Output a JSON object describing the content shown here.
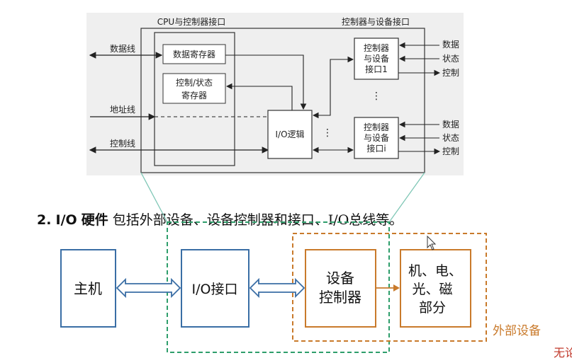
{
  "top": {
    "cpu_interface_label": "CPU与控制器接口",
    "device_interface_label": "控制器与设备接口",
    "data_line": "数据线",
    "address_line": "地址线",
    "control_line": "控制线",
    "data_register": "数据寄存器",
    "control_status_register_line1": "控制/状态",
    "control_status_register_line2": "寄存器",
    "io_logic": "I/O逻辑",
    "ctrl_dev_interface_1": [
      "控制器",
      "与设备",
      "接口1"
    ],
    "ctrl_dev_interface_i": [
      "控制器",
      "与设备",
      "接口i"
    ],
    "ellipsis": "⋮",
    "signals": [
      "数据",
      "状态",
      "控制"
    ]
  },
  "heading": {
    "number": "2.",
    "io": "I/O",
    "hardware": "硬件",
    "desc": "包括外部设备、设备控制器和接口、I/O总线等。"
  },
  "bottom": {
    "host": "主机",
    "io_interface": "I/O接口",
    "device_controller": [
      "设备",
      "控制器"
    ],
    "parts": [
      "机、电、",
      "光、磁",
      "部分"
    ],
    "external_device": "外部设备",
    "cut_text": "无论"
  },
  "colors": {
    "blue": "#3a6ea5",
    "orange": "#c97a2b",
    "green": "#2e9e6b"
  }
}
